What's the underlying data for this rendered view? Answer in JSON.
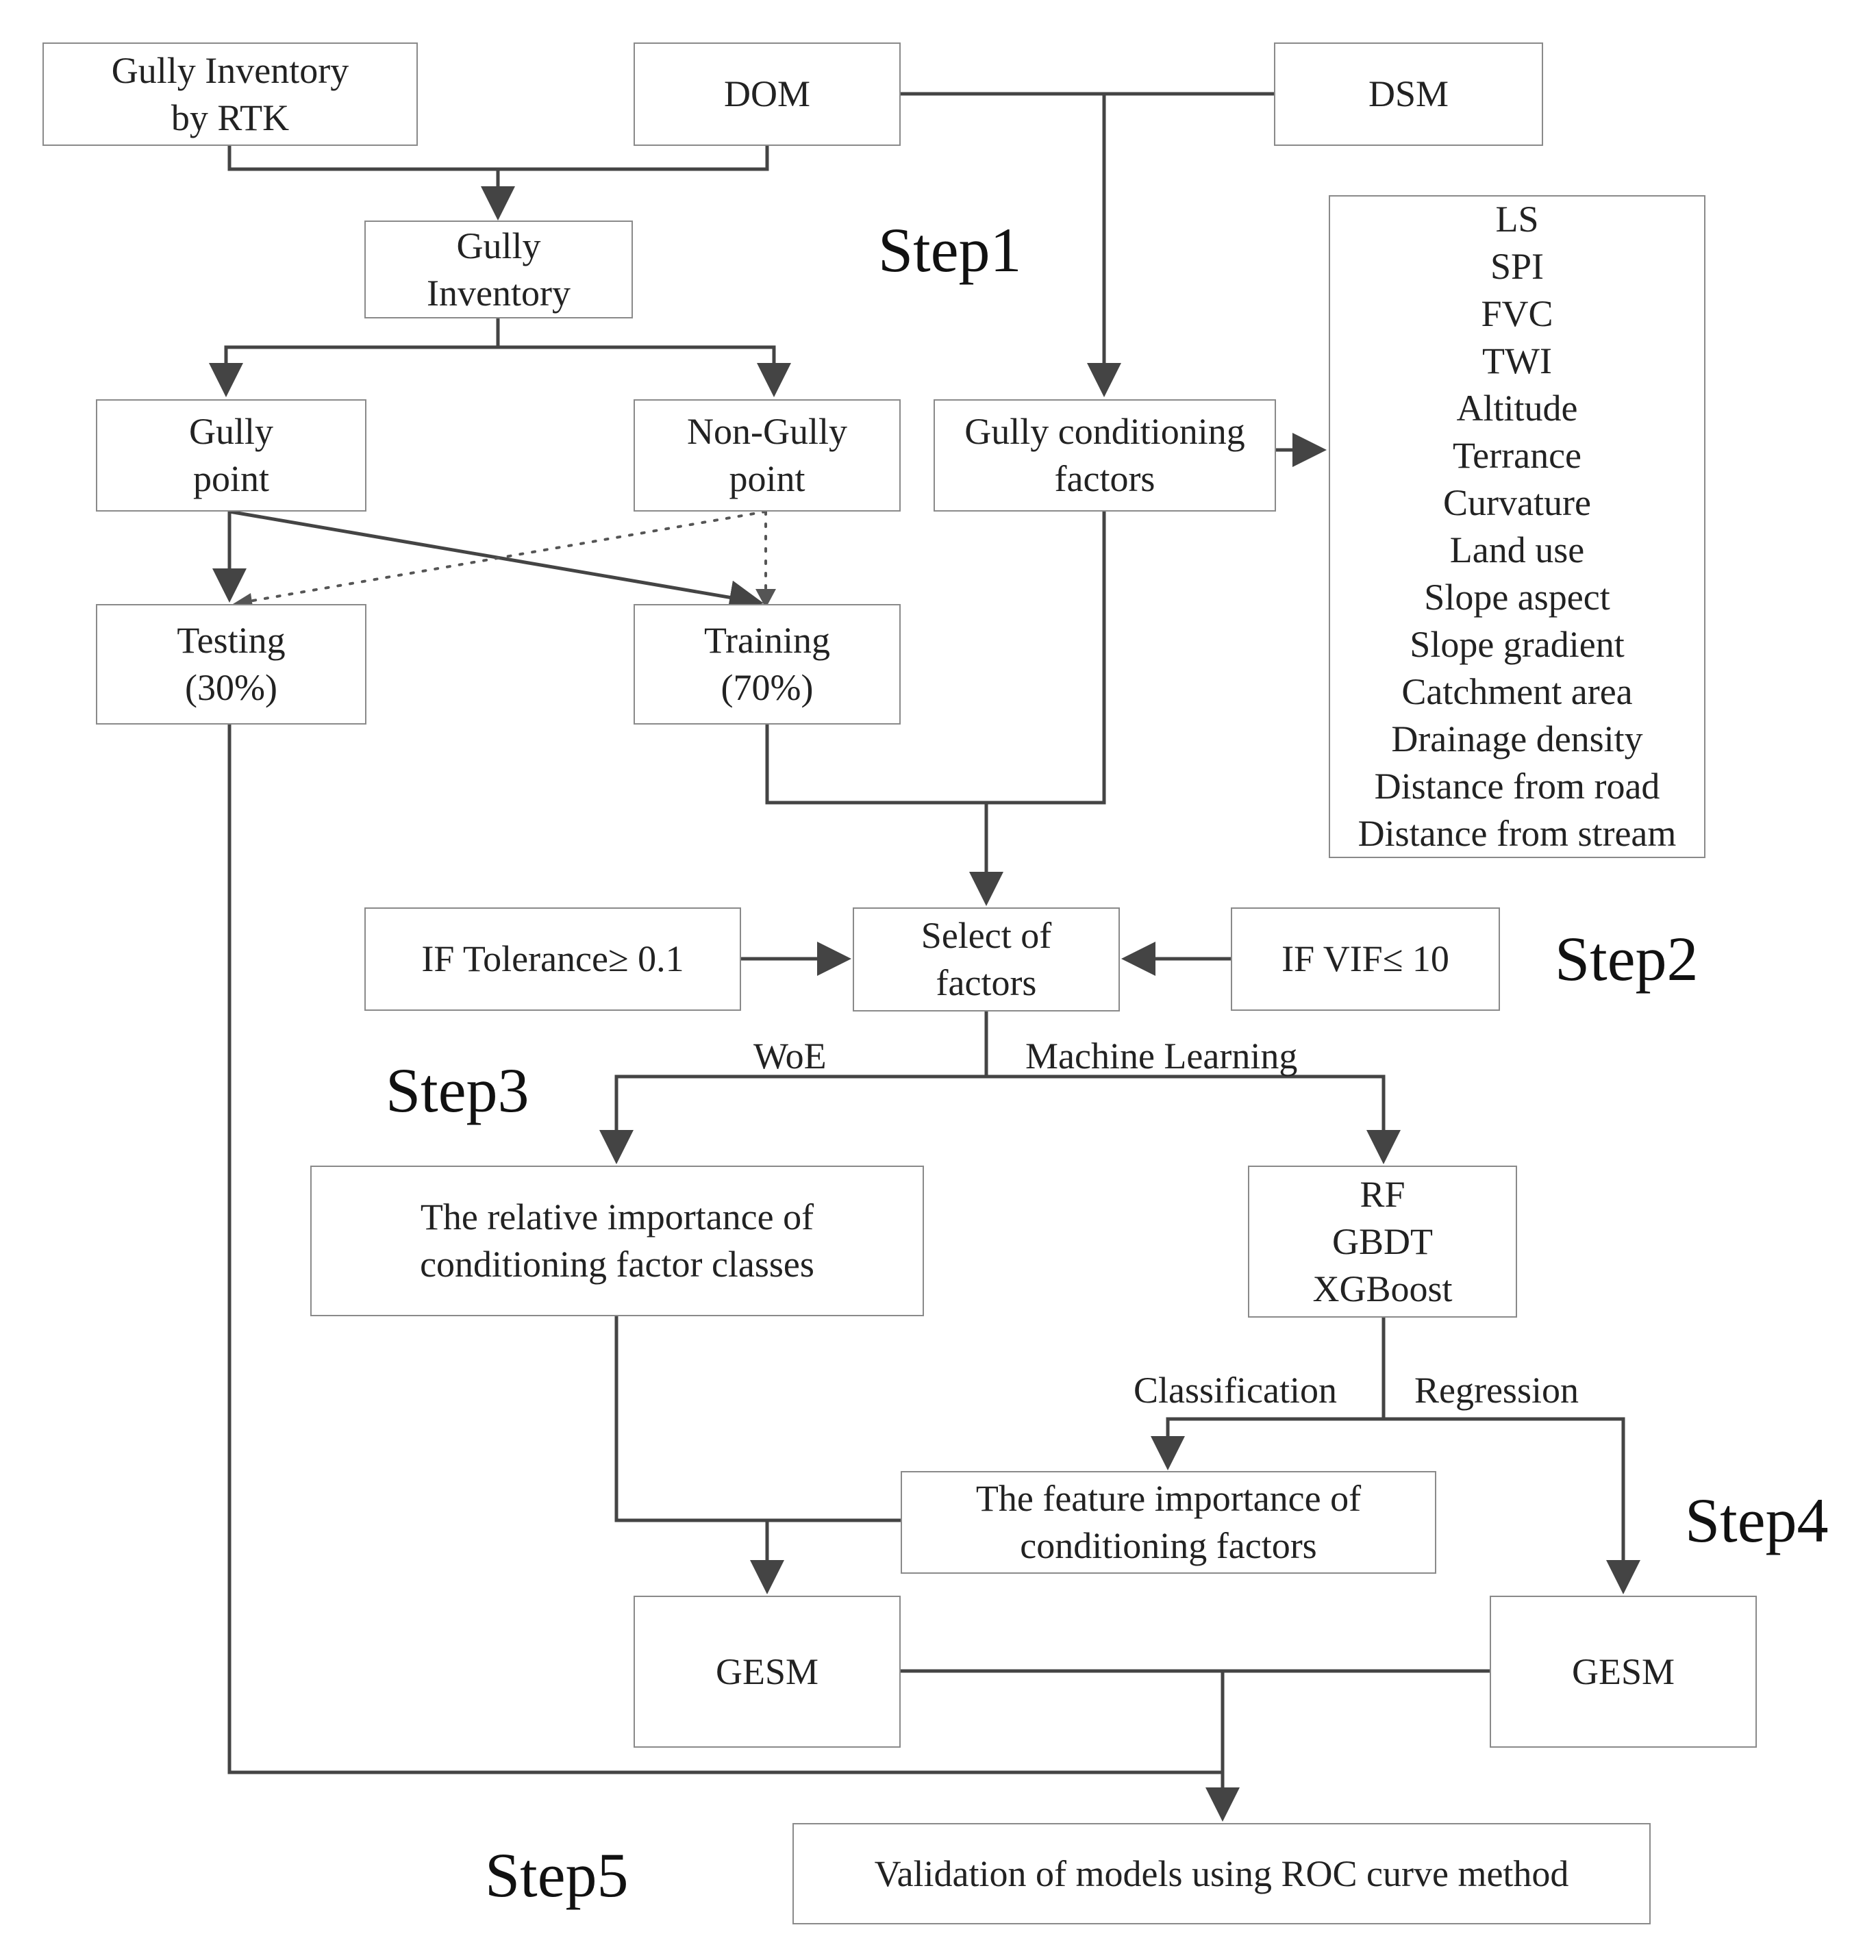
{
  "steps": {
    "step1": "Step1",
    "step2": "Step2",
    "step3": "Step3",
    "step4": "Step4",
    "step5": "Step5"
  },
  "boxes": {
    "gully_inventory_rtk": [
      "Gully Inventory",
      "by RTK"
    ],
    "dom": "DOM",
    "dsm": "DSM",
    "gully_inventory": [
      "Gully",
      "Inventory"
    ],
    "gully_point": [
      "Gully",
      "point"
    ],
    "non_gully_point": [
      "Non-Gully",
      "point"
    ],
    "gully_conditioning_factors": [
      "Gully conditioning",
      "factors"
    ],
    "testing": [
      "Testing",
      "(30%)"
    ],
    "training": [
      "Training",
      "(70%)"
    ],
    "factor_list": [
      "LS",
      "SPI",
      "FVC",
      "TWI",
      "Altitude",
      "Terrance",
      "Curvature",
      "Land use",
      "Slope aspect",
      "Slope gradient",
      "Catchment area",
      "Drainage density",
      "Distance from road",
      "Distance from stream"
    ],
    "if_tolerance": "IF Tolerance≥ 0.1",
    "select_factors": [
      "Select of",
      "factors"
    ],
    "if_vif": "IF VIF≤ 10",
    "relative_importance": [
      "The relative importance of",
      "conditioning factor classes"
    ],
    "ml_models": [
      "RF",
      "GBDT",
      "XGBoost"
    ],
    "feature_importance": [
      "The feature importance of",
      "conditioning factors"
    ],
    "gesm_left": "GESM",
    "gesm_right": "GESM",
    "validation": "Validation of models using ROC curve method"
  },
  "edge_labels": {
    "woe": "WoE",
    "machine_learning": "Machine Learning",
    "classification": "Classification",
    "regression": "Regression"
  },
  "colors": {
    "line": "#444444",
    "box_border": "#8a8a8a"
  }
}
